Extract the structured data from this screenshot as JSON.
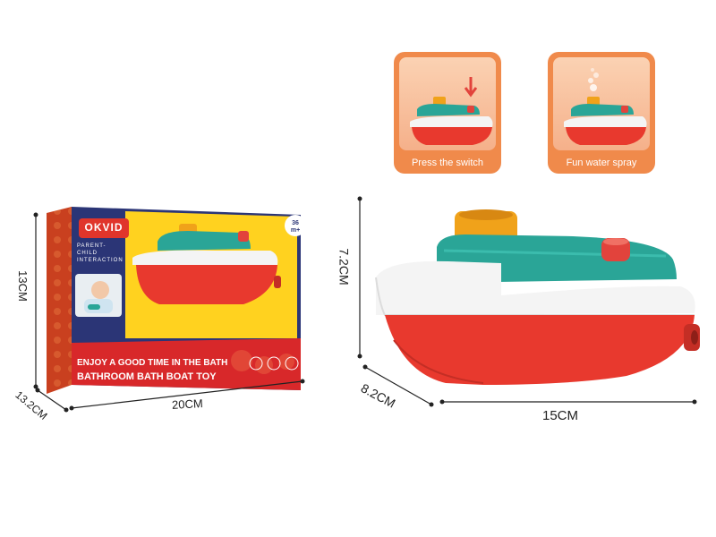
{
  "package": {
    "brand": "OKVID",
    "age_badge": "36 m+",
    "tagline_1": "PARENT-",
    "tagline_2": "CHILD",
    "tagline_3": "INTERACTION",
    "headline": "ENJOY A GOOD TIME IN THE BATH",
    "product_name": "BATHROOM BATH BOAT TOY"
  },
  "dimensions": {
    "box_width": "20CM",
    "box_height": "13CM",
    "box_depth": "13.2CM",
    "toy_length": "15CM",
    "toy_height": "7.2CM",
    "toy_depth": "8.2CM"
  },
  "features": [
    {
      "label": "Press the switch"
    },
    {
      "label": "Fun water spray"
    }
  ],
  "colors": {
    "hull_red": "#e8392e",
    "deck_white": "#f4f4f4",
    "cabin_teal": "#2aa597",
    "chimney_yellow": "#f0a21a",
    "button_red": "#e2433c",
    "card_orange": "#f08a4b",
    "box_navy": "#2b3576",
    "box_yellow": "#ffd21f",
    "box_red": "#d8282a"
  }
}
